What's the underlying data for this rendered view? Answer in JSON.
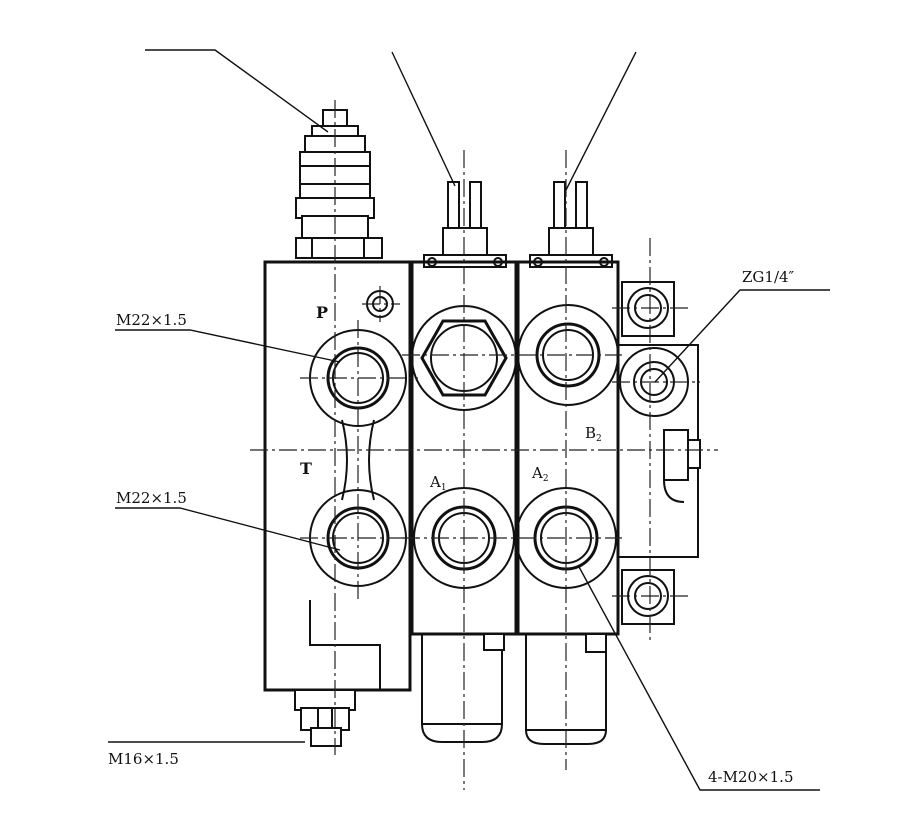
{
  "labels": {
    "port_p": "P",
    "port_t": "T",
    "port_a1_main": "A",
    "port_a1_sub": "1",
    "port_a2_main": "A",
    "port_a2_sub": "2",
    "port_b2_main": "B",
    "port_b2_sub": "2",
    "thread_p": "M22×1.5",
    "thread_t": "M22×1.5",
    "thread_bottom": "M16×1.5",
    "thread_ports": "4-M20×1.5",
    "thread_gauge": "ZG1/4″"
  }
}
